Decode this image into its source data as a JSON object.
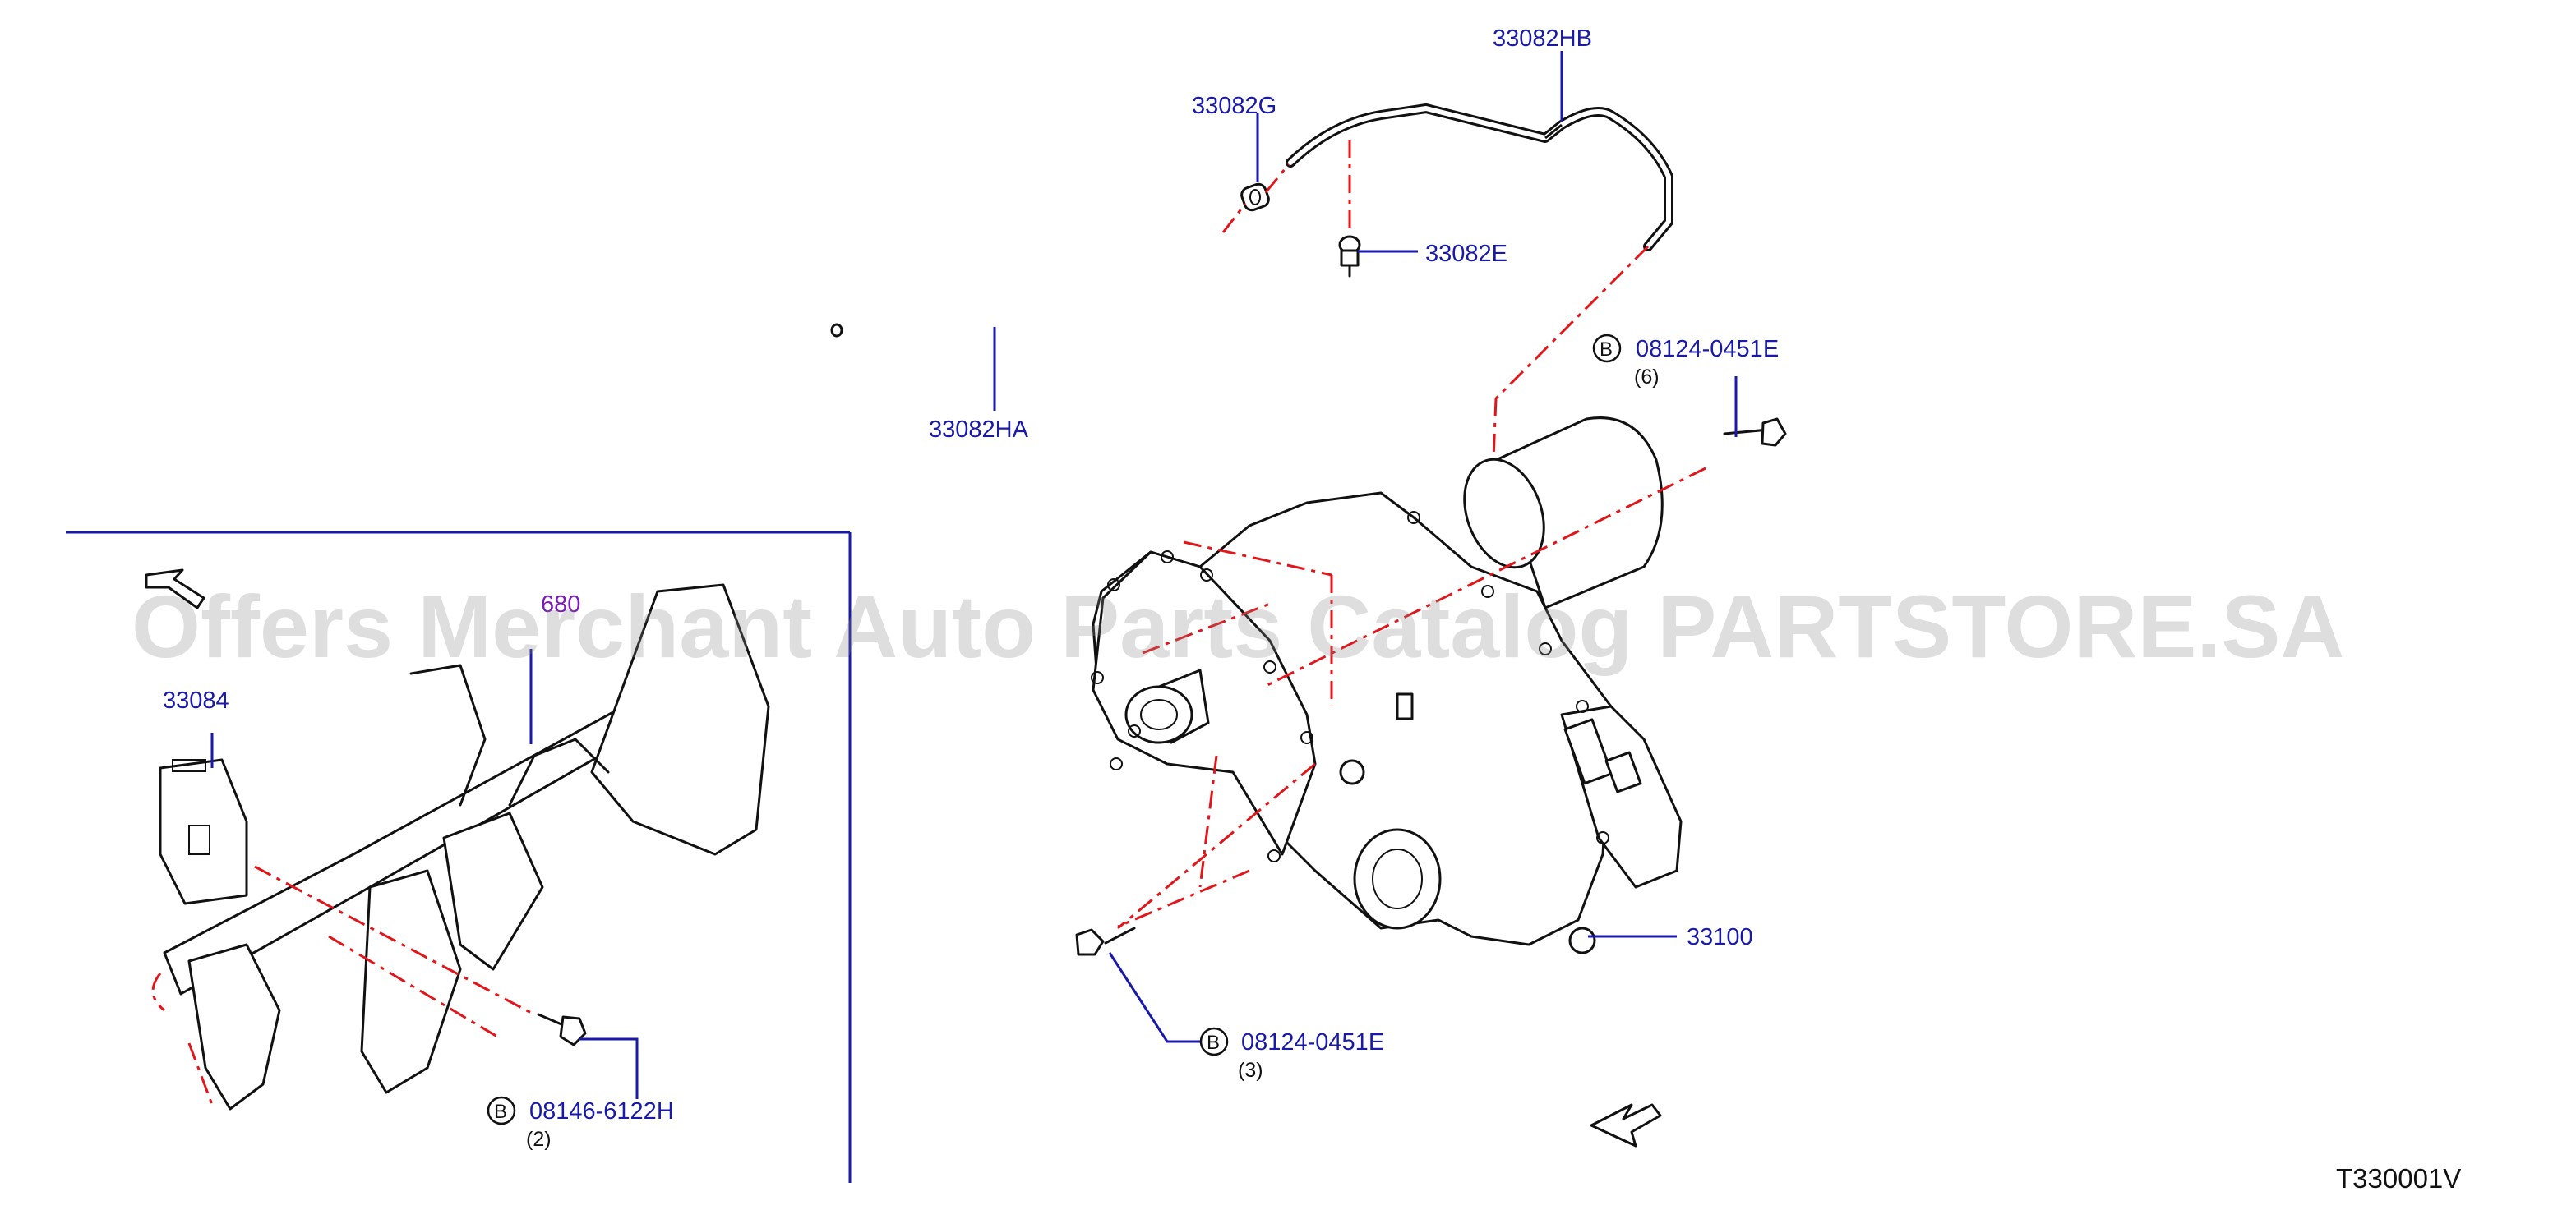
{
  "diagram": {
    "watermark": "Offers Merchant Auto Parts Catalog PARTSTORE.SA",
    "diagram_code": "T330001V",
    "section_ref": {
      "number": "680"
    },
    "bolt_marker": "B",
    "parts": [
      {
        "id": "33082HB",
        "label": "33082HB"
      },
      {
        "id": "33082G",
        "label": "33082G"
      },
      {
        "id": "33082E",
        "label": "33082E"
      },
      {
        "id": "33082HA",
        "label": "33082HA"
      },
      {
        "id": "08124-0451E-top",
        "label": "08124-0451E",
        "qty": "(6)"
      },
      {
        "id": "33084",
        "label": "33084"
      },
      {
        "id": "33100",
        "label": "33100"
      },
      {
        "id": "08124-0451E-bottom",
        "label": "08124-0451E",
        "qty": "(3)"
      },
      {
        "id": "08146-6122H",
        "label": "08146-6122H",
        "qty": "(2)"
      }
    ]
  }
}
